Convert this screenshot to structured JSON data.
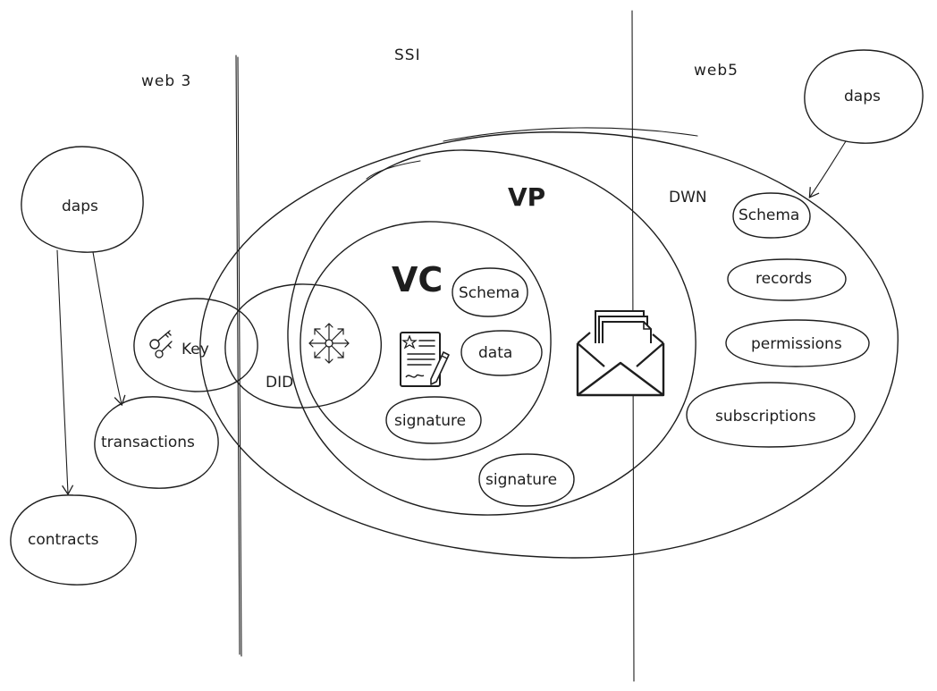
{
  "sections": {
    "web3": "web 3",
    "ssi": "SSI",
    "web5": "web5"
  },
  "web3": {
    "daps": "daps",
    "transactions": "transactions",
    "contracts": "contracts",
    "key": "Key"
  },
  "ssi": {
    "did": "DID",
    "vp": "VP",
    "vc": "VC",
    "vc_schema": "Schema",
    "vc_data": "data",
    "vc_signature": "signature",
    "vp_signature": "signature"
  },
  "web5": {
    "dwn": "DWN",
    "daps": "daps",
    "schema": "Schema",
    "records": "records",
    "permissions": "permissions",
    "subscriptions": "subscriptions"
  },
  "icons": {
    "key": "key-icon",
    "did": "network-arrows-icon",
    "vc": "certificate-document-icon",
    "vp": "envelope-with-documents-icon"
  }
}
